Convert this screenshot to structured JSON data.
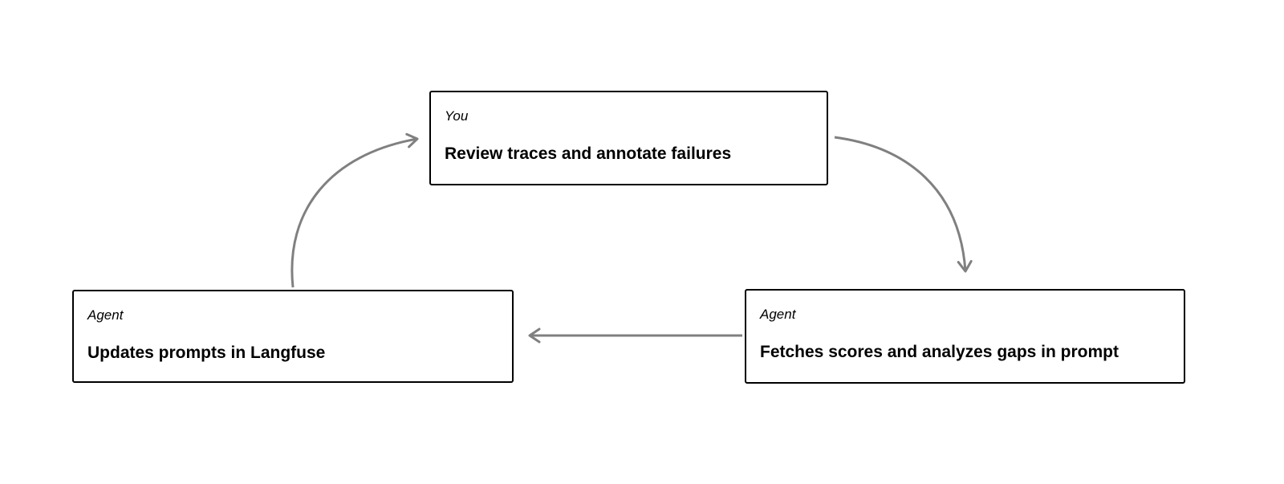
{
  "diagram": {
    "nodes": {
      "review": {
        "role": "You",
        "label": "Review traces and annotate failures"
      },
      "fetch": {
        "role": "Agent",
        "label": "Fetches scores and analyzes gaps in prompt"
      },
      "update": {
        "role": "Agent",
        "label": "Updates prompts in Langfuse"
      }
    },
    "colors": {
      "arrow": "#808080",
      "node_border": "#000000",
      "text": "#000000",
      "background": "#ffffff"
    }
  }
}
